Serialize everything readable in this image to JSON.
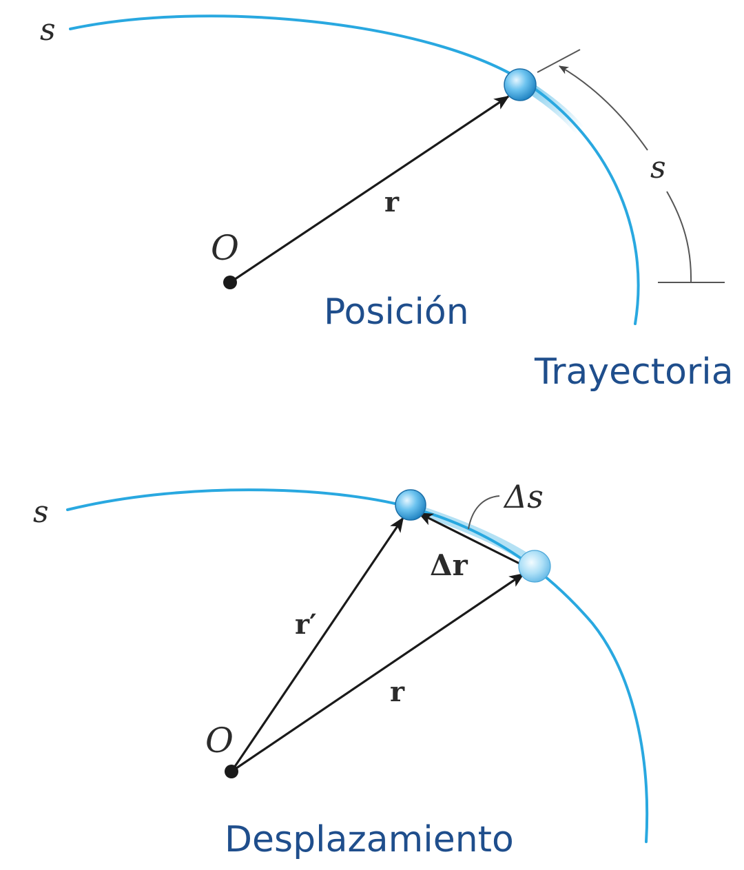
{
  "top_panel": {
    "path_label": "s",
    "arc_length_label": "s",
    "position_vector_label": "r",
    "origin_label": "O",
    "caption": "Posición",
    "trajectory_caption": "Trayectoria"
  },
  "bottom_panel": {
    "path_label": "s",
    "delta_s_label": "Δs",
    "delta_r_label": "Δr",
    "r_prime_label": "r′",
    "r_label": "r",
    "origin_label": "O",
    "caption": "Desplazamiento"
  },
  "colors": {
    "path": "#29a8e0",
    "caption": "#1f4e8c",
    "vector": "#1a1a1a",
    "particle": "#3a9fd6"
  }
}
